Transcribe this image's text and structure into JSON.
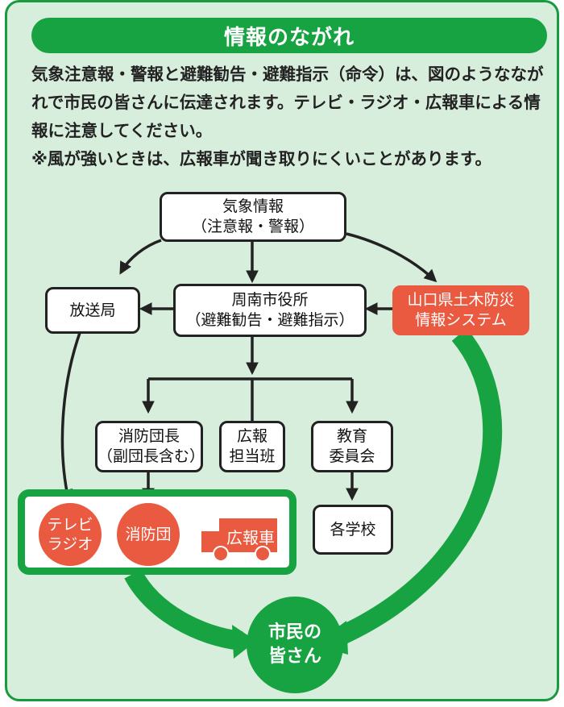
{
  "title": "情報のながれ",
  "intro": "気象注意報・警報と避難勧告・避難指示（命令）は、図のようななが れで市民の皆さんに伝達されます。テレビ・ラジオ・広報車による情 報に注意してください。",
  "note": "※風が強いときは、広報車が聞き取りにくいことがあります。",
  "nodes": {
    "weather": {
      "line1": "気象情報",
      "line2": "（注意報・警報）"
    },
    "city_hall": {
      "line1": "周南市役所",
      "line2": "（避難勧告・避難指示）"
    },
    "broadcaster": {
      "label": "放送局"
    },
    "yamaguchi": {
      "line1": "山口県土木防災",
      "line2": "情報システム"
    },
    "fire_chief": {
      "line1": "消防団長",
      "line2": "（副団長含む）"
    },
    "pr_team": {
      "line1": "広報",
      "line2": "担当班"
    },
    "education": {
      "line1": "教育",
      "line2": "委員会"
    },
    "schools": {
      "label": "各学校"
    },
    "tv_radio": {
      "line1": "テレビ",
      "line2": "ラジオ"
    },
    "fire_corps": {
      "label": "消防団"
    },
    "pr_truck": {
      "label": "広報車"
    },
    "citizens": {
      "line1": "市民の",
      "line2": "皆さん"
    }
  },
  "colors": {
    "green": "#17a341",
    "panel": "#d8eedc",
    "red": "#e95a40"
  }
}
